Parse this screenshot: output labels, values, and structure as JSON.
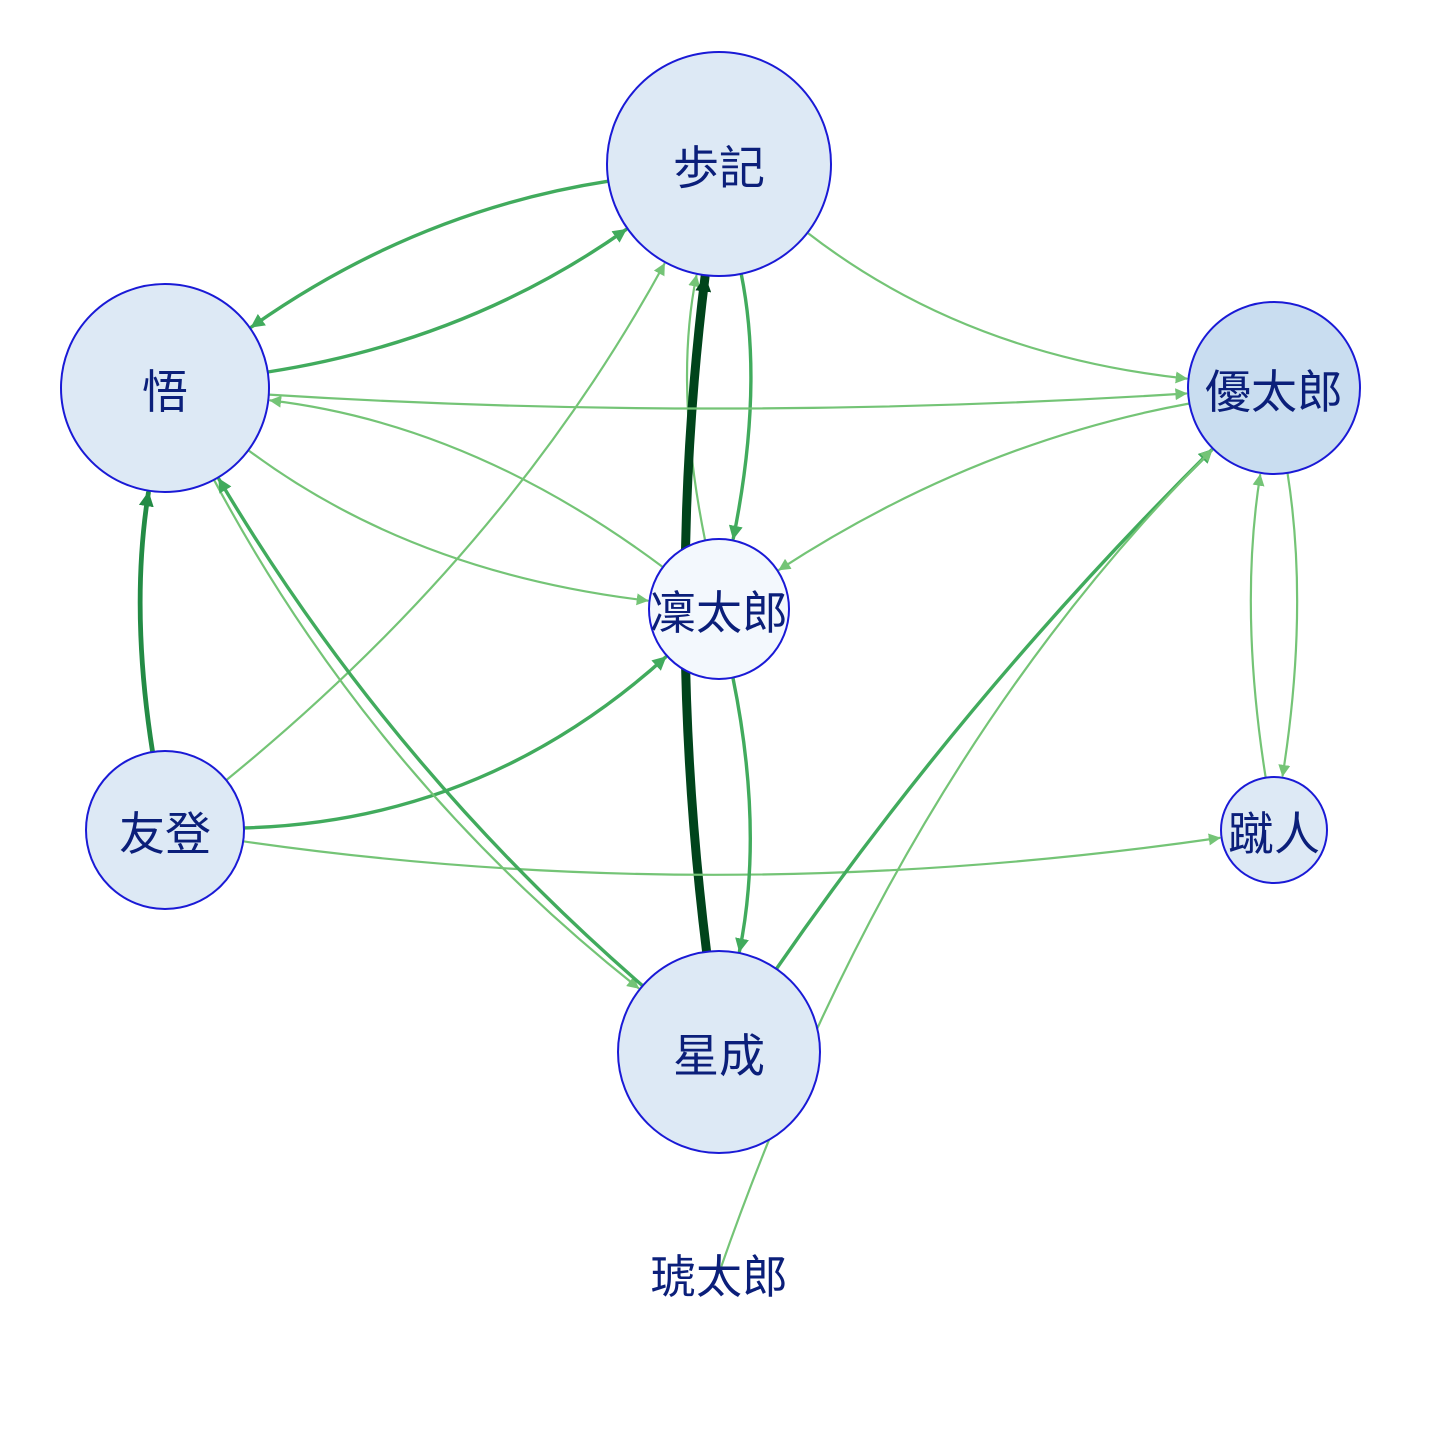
{
  "diagram": {
    "type": "directed-network",
    "nodes": [
      {
        "id": "ayuki",
        "label": "歩記",
        "fill": "#dde9f5"
      },
      {
        "id": "satoru",
        "label": "悟",
        "fill": "#dde9f5"
      },
      {
        "id": "yutaro",
        "label": "優太郎",
        "fill": "#c9ddf0"
      },
      {
        "id": "rintaro",
        "label": "凜太郎",
        "fill": "#f3f8fd"
      },
      {
        "id": "tomo",
        "label": "友登",
        "fill": "#dde9f5"
      },
      {
        "id": "shuto",
        "label": "蹴人",
        "fill": "#dde9f5"
      },
      {
        "id": "sei",
        "label": "星成",
        "fill": "#dde9f5"
      },
      {
        "id": "kotaro",
        "label": "琥太郎",
        "fill": "none"
      }
    ],
    "edges": [
      {
        "from": "rintaro",
        "to": "ayuki",
        "weight": 2,
        "color": "#74c476"
      },
      {
        "from": "ayuki",
        "to": "rintaro",
        "weight": 3,
        "color": "#41ab5d"
      },
      {
        "from": "sei",
        "to": "ayuki",
        "weight": 5,
        "color": "#00441b"
      },
      {
        "from": "satoru",
        "to": "ayuki",
        "weight": 3,
        "color": "#41ab5d"
      },
      {
        "from": "ayuki",
        "to": "satoru",
        "weight": 3,
        "color": "#41ab5d"
      },
      {
        "from": "ayuki",
        "to": "yutaro",
        "weight": 2,
        "color": "#74c476"
      },
      {
        "from": "satoru",
        "to": "yutaro",
        "weight": 2,
        "color": "#74c476"
      },
      {
        "from": "tomo",
        "to": "ayuki",
        "weight": 2,
        "color": "#74c476"
      },
      {
        "from": "tomo",
        "to": "satoru",
        "weight": 4,
        "color": "#238b45"
      },
      {
        "from": "tomo",
        "to": "rintaro",
        "weight": 3,
        "color": "#41ab5d"
      },
      {
        "from": "tomo",
        "to": "shuto",
        "weight": 2,
        "color": "#74c476"
      },
      {
        "from": "satoru",
        "to": "rintaro",
        "weight": 2,
        "color": "#74c476"
      },
      {
        "from": "rintaro",
        "to": "satoru",
        "weight": 2,
        "color": "#74c476"
      },
      {
        "from": "satoru",
        "to": "sei",
        "weight": 2,
        "color": "#74c476"
      },
      {
        "from": "sei",
        "to": "satoru",
        "weight": 3,
        "color": "#41ab5d"
      },
      {
        "from": "rintaro",
        "to": "sei",
        "weight": 3,
        "color": "#41ab5d"
      },
      {
        "from": "yutaro",
        "to": "rintaro",
        "weight": 2,
        "color": "#74c476"
      },
      {
        "from": "sei",
        "to": "yutaro",
        "weight": 3,
        "color": "#41ab5d"
      },
      {
        "from": "kotaro",
        "to": "yutaro",
        "weight": 2,
        "color": "#74c476"
      },
      {
        "from": "yutaro",
        "to": "shuto",
        "weight": 2,
        "color": "#74c476"
      },
      {
        "from": "shuto",
        "to": "yutaro",
        "weight": 2,
        "color": "#74c476"
      }
    ]
  }
}
